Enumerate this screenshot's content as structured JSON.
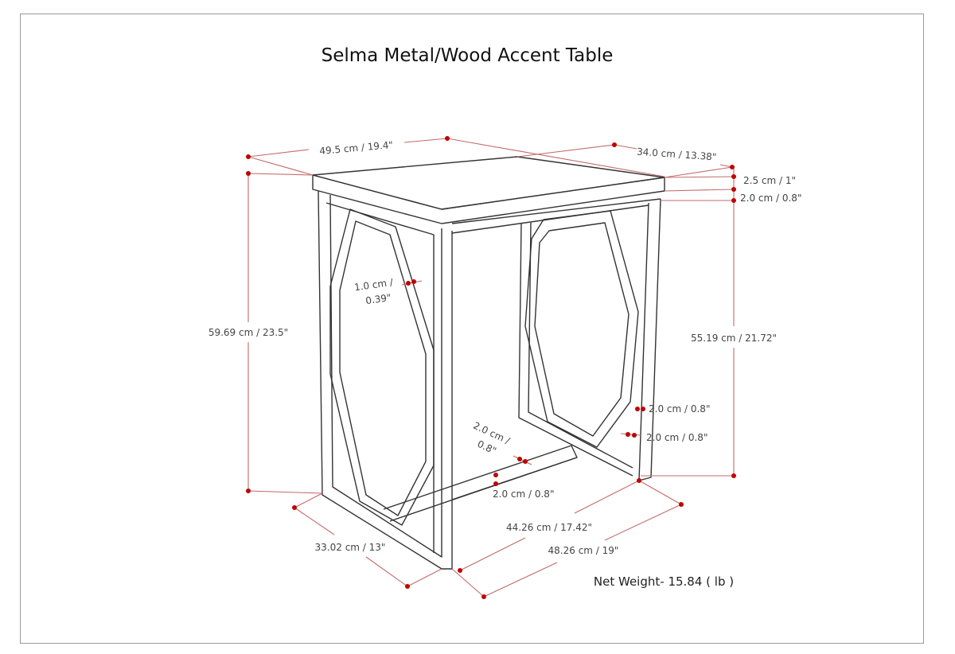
{
  "title": "Selma Metal/Wood Accent Table",
  "dimensions": {
    "top_width": "49.5 cm / 19.4\"",
    "top_depth": "34.0 cm / 13.38\"",
    "top_thickness": "2.5 cm / 1\"",
    "apron": "2.0 cm / 0.8\"",
    "total_height": "59.69 cm / 23.5\"",
    "leg_height": "55.19 cm / 21.72\"",
    "rod_line1": "1.0 cm /",
    "rod_line2": "0.39\"",
    "leg_width_a": "2.0 cm / 0.8\"",
    "leg_width_b": "2.0 cm / 0.8\"",
    "stretcher_line1": "2.0 cm /",
    "stretcher_line2": "0.8\"",
    "stretcher_height": "2.0 cm / 0.8\"",
    "inner_width": "44.26 cm / 17.42\"",
    "base_width": "48.26 cm / 19\"",
    "base_depth": "33.02 cm / 13\""
  },
  "net_weight": "Net Weight- 15.84 ( lb )",
  "colors": {
    "dimension": "#c46a6a",
    "dot": "#c00000",
    "outline": "#333333"
  }
}
